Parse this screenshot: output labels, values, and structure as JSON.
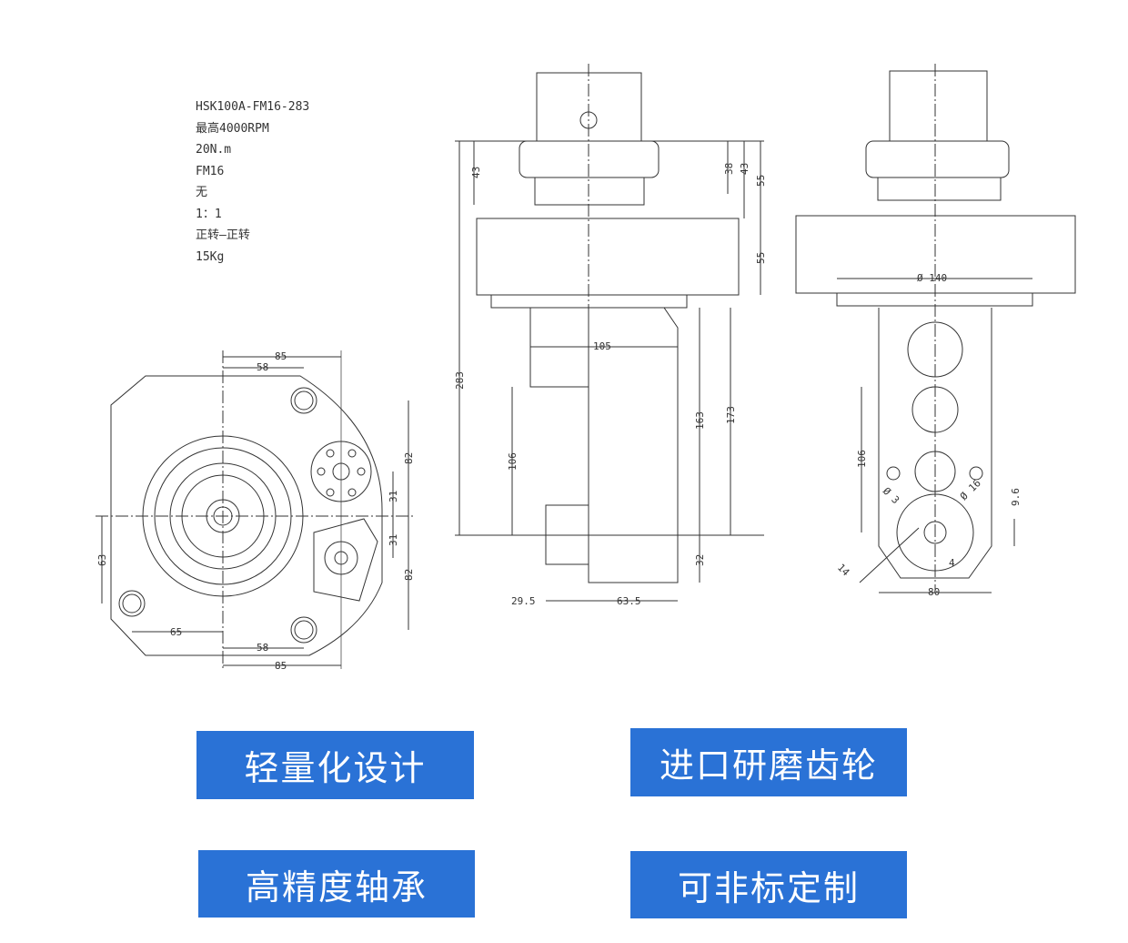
{
  "specs": [
    "HSK100A-FM16-283",
    "最高4000RPM",
    "20N.m",
    "FM16",
    "无",
    "1：1",
    "正转—正转",
    "15Kg"
  ],
  "dims": {
    "front": [
      "85",
      "58",
      "82",
      "31",
      "31",
      "82",
      "63",
      "65",
      "58",
      "85"
    ],
    "side": [
      "43",
      "38",
      "43",
      "55",
      "55",
      "105",
      "283",
      "106",
      "163",
      "173",
      "32",
      "29.5",
      "63.5"
    ],
    "end": [
      "Ø 140",
      "106",
      "Ø 3",
      "Ø 16",
      "9.6",
      "14",
      "4",
      "80"
    ]
  },
  "features": [
    "轻量化设计",
    "进口研磨齿轮",
    "高精度轴承",
    "可非标定制"
  ],
  "colors": {
    "button": "#2a72d6"
  }
}
